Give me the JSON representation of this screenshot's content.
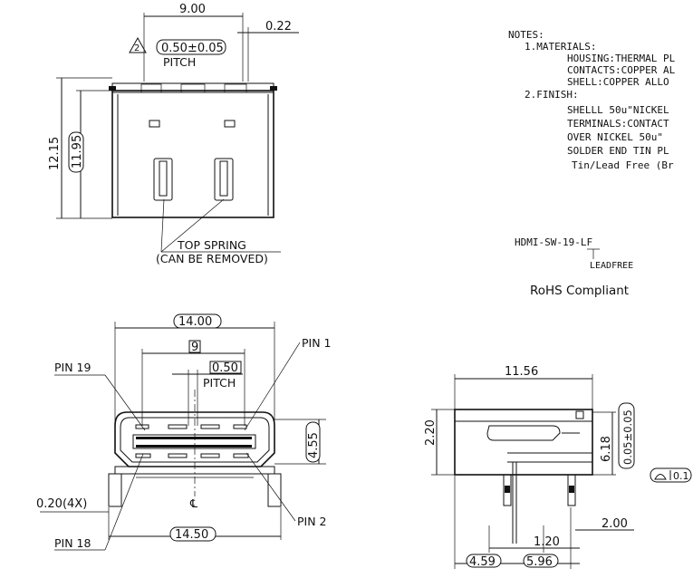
{
  "notes": {
    "heading": "NOTES:",
    "lines": [
      "1.MATERIALS:",
      "HOUSING:THERMAL PL",
      "CONTACTS:COPPER AL",
      "SHELL:COPPER ALLO",
      "2.FINISH:",
      "SHELLL 50u\"NICKEL",
      "TERMINALS:CONTACT",
      "OVER NICKEL 50u\"",
      "SOLDER END TIN PL",
      "Tin/Lead Free (Br"
    ]
  },
  "part": {
    "number": "HDMI-SW-19-LF",
    "leadfree": "LEADFREE",
    "rohs": "RoHS Compliant"
  },
  "top_view": {
    "dim_width": "9.00",
    "dim_small": "0.22",
    "pitch_value": "0.50±0.05",
    "pitch_label": "PITCH",
    "note_flag": "2",
    "dim_height": "12.15",
    "dim_height_inner": "11.95",
    "spring_label_1": "TOP SPRING",
    "spring_label_2": "(CAN BE REMOVED)"
  },
  "front_view": {
    "dim_top": "14.00",
    "dim_pitch_span": "9",
    "dim_pitch": "0.50",
    "pitch_label": "PITCH",
    "pin1": "PIN 1",
    "pin19": "PIN 19",
    "pin2": "PIN 2",
    "pin18": "PIN 18",
    "dim_height": "4.55",
    "dim_tabs": "0.20(4X)",
    "dim_bottom": "14.50",
    "centerline": "℄"
  },
  "side_view": {
    "dim_width": "11.56",
    "dim_left": "2.20",
    "dim_height": "6.18",
    "dim_tol": "0.05±0.05",
    "flatness": "0.1",
    "dim_lead": "2.00",
    "dim_pitch": "1.20",
    "dim_a": "4.59",
    "dim_b": "5.96"
  }
}
